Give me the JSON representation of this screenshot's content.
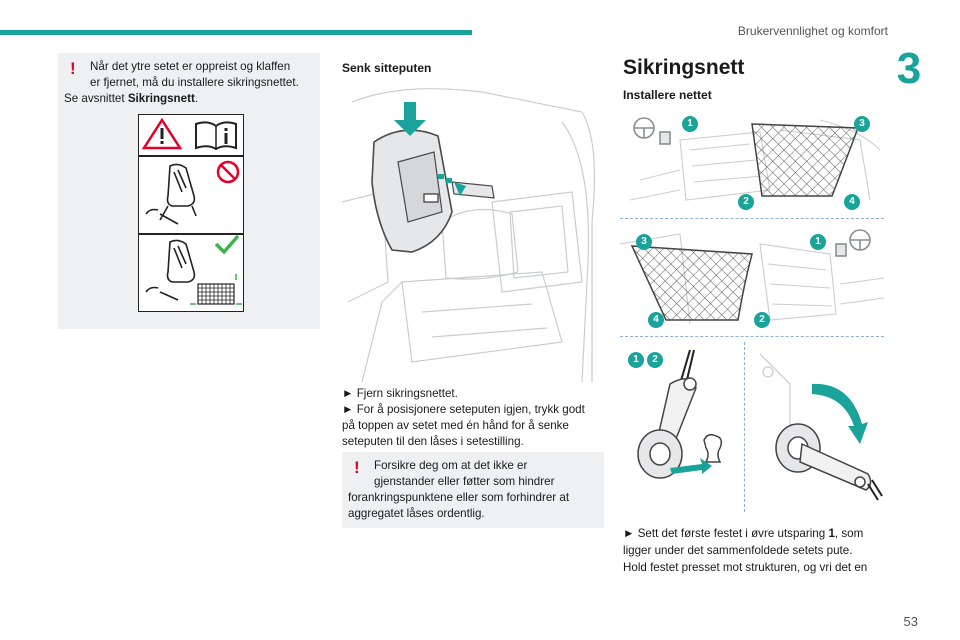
{
  "header": {
    "title": "Brukervennlighet og komfort",
    "chapter": "3"
  },
  "left_warning": {
    "mark": "!",
    "text_line1": "Når det ytre setet er oppreist og klaffen",
    "text_line2": "er fjernet, må du installere sikringsnettet.",
    "text_line3_prefix": "Se avsnittet ",
    "text_line3_bold": "Sikringsnett",
    "text_line3_suffix": "."
  },
  "middle": {
    "title": "Senk sitteputen",
    "instructions": [
      "► Fjern sikringsnettet.",
      "► For å posisjonere seteputen igjen, trykk godt",
      "på toppen av setet med én hånd for å senke",
      "seteputen til den låses i setestilling."
    ],
    "warning": {
      "mark": "!",
      "lines": [
        "Forsikre deg om at det ikke er",
        "gjenstander eller føtter som hindrer",
        "forankringspunktene eller som forhindrer at",
        "aggregatet låses ordentlig."
      ]
    }
  },
  "right": {
    "heading": "Sikringsnett",
    "subheading": "Installere nettet",
    "badges_top": [
      "1",
      "3",
      "2",
      "4"
    ],
    "badges_mid": [
      "3",
      "1",
      "4",
      "2"
    ],
    "badges_bottom": [
      "1",
      "2"
    ],
    "instruction_prefix": "► Sett det første festet i øvre utsparing ",
    "instruction_bold": "1",
    "instruction_suffix": ", som",
    "instruction_lines": [
      "ligger under det sammenfoldede setets pute.",
      "Hold festet presset mot strukturen, og vri det en"
    ]
  },
  "footer": {
    "page": "53"
  },
  "colors": {
    "accent": "#1aa39a",
    "warning": "#e4002b",
    "box_bg": "#eef0f2"
  }
}
